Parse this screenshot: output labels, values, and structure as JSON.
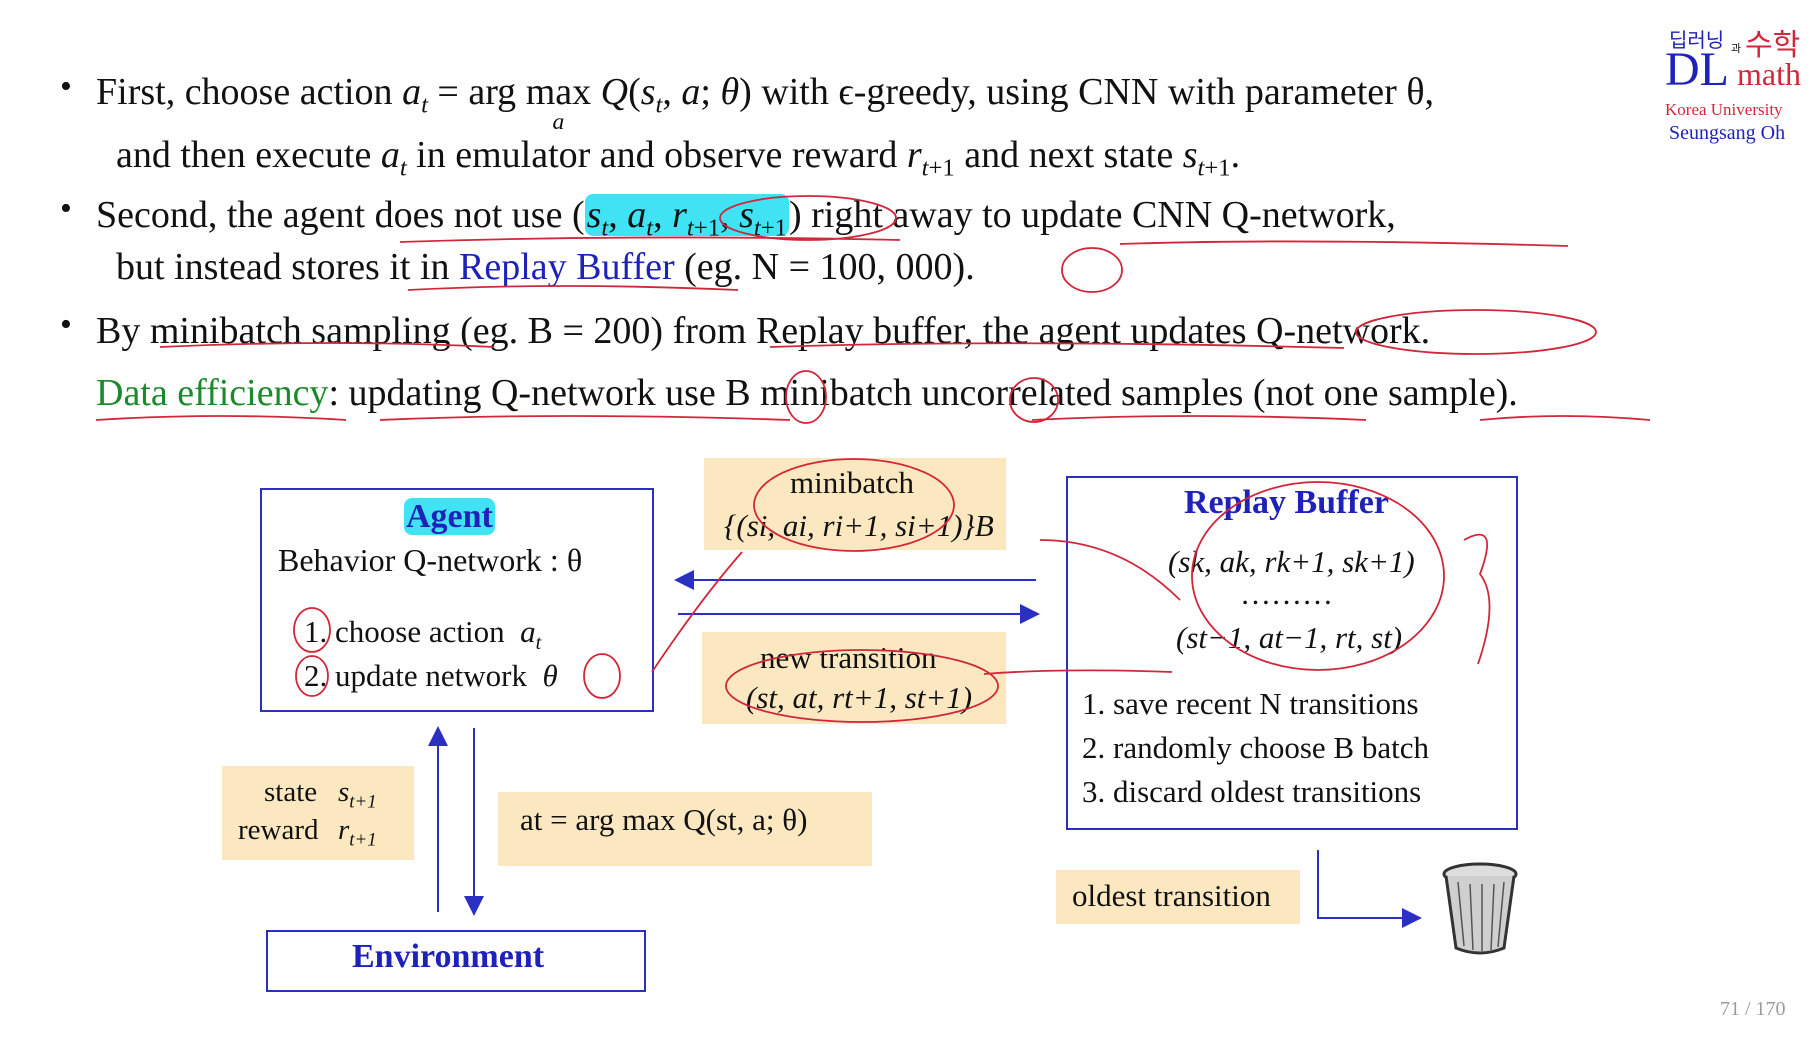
{
  "logo": {
    "korean_a": "딥러닝",
    "korean_and": "과",
    "korean_b": "수학",
    "dl": "DL",
    "math": "math",
    "university": "Korea University",
    "author": "Seungsang Oh"
  },
  "page_number": "71 / 170",
  "bullets": {
    "b1_l1_pre": "First, choose action ",
    "b1_eq": " = arg ",
    "b1_max": "max",
    "b1_max_sub": "a",
    "b1_l1_post": " with ϵ-greedy, using CNN with parameter θ,",
    "b1_l2_pre": "and then execute ",
    "b1_l2_mid": " in emulator and observe reward ",
    "b1_l2_mid2": " and next state ",
    "b2_l1_pre": "Second, the agent does not use ",
    "b2_l1_post": " right away to update CNN Q-network,",
    "b2_l2_pre": "but instead stores it in ",
    "b2_l2_link": "Replay Buffer",
    "b2_l2_post": "  (eg. N = 100, 000).",
    "b3_l1": "By minibatch sampling (eg. B = 200) from Replay buffer, the agent updates Q-network.",
    "b3_l2_green": "Data efficiency",
    "b3_l2_rest": ": updating Q-network use B minibatch uncorrelated samples (not one sample)."
  },
  "diagram": {
    "agent": {
      "title": "Agent",
      "subtitle": "Behavior Q-network : θ",
      "step1": "1. choose action",
      "step2": "2. update network"
    },
    "minibatch": {
      "label": "minibatch",
      "formula": "{(si, ai, ri+1, si+1)}B"
    },
    "new_transition": {
      "label": "new transition",
      "formula": "(st, at, rt+1, st+1)"
    },
    "replay": {
      "title": "Replay Buffer",
      "item1": "(sk, ak, rk+1, sk+1)",
      "dots": "………",
      "item2": "(st−1, at−1, rt, st)",
      "step1": "1. save recent N transitions",
      "step2": "2. randomly choose B batch",
      "step3": "3. discard oldest transitions"
    },
    "state_reward": {
      "state": "state",
      "reward": "reward"
    },
    "action_formula": "at = arg max Q(st, a; θ)",
    "environment": "Environment",
    "oldest": "oldest transition",
    "colors": {
      "box_border": "#2b2fc2",
      "highlight": "#3fe3f3",
      "yellow": "#fbe8c1",
      "ink": "#d1273a",
      "green": "#1b8a2a"
    }
  }
}
